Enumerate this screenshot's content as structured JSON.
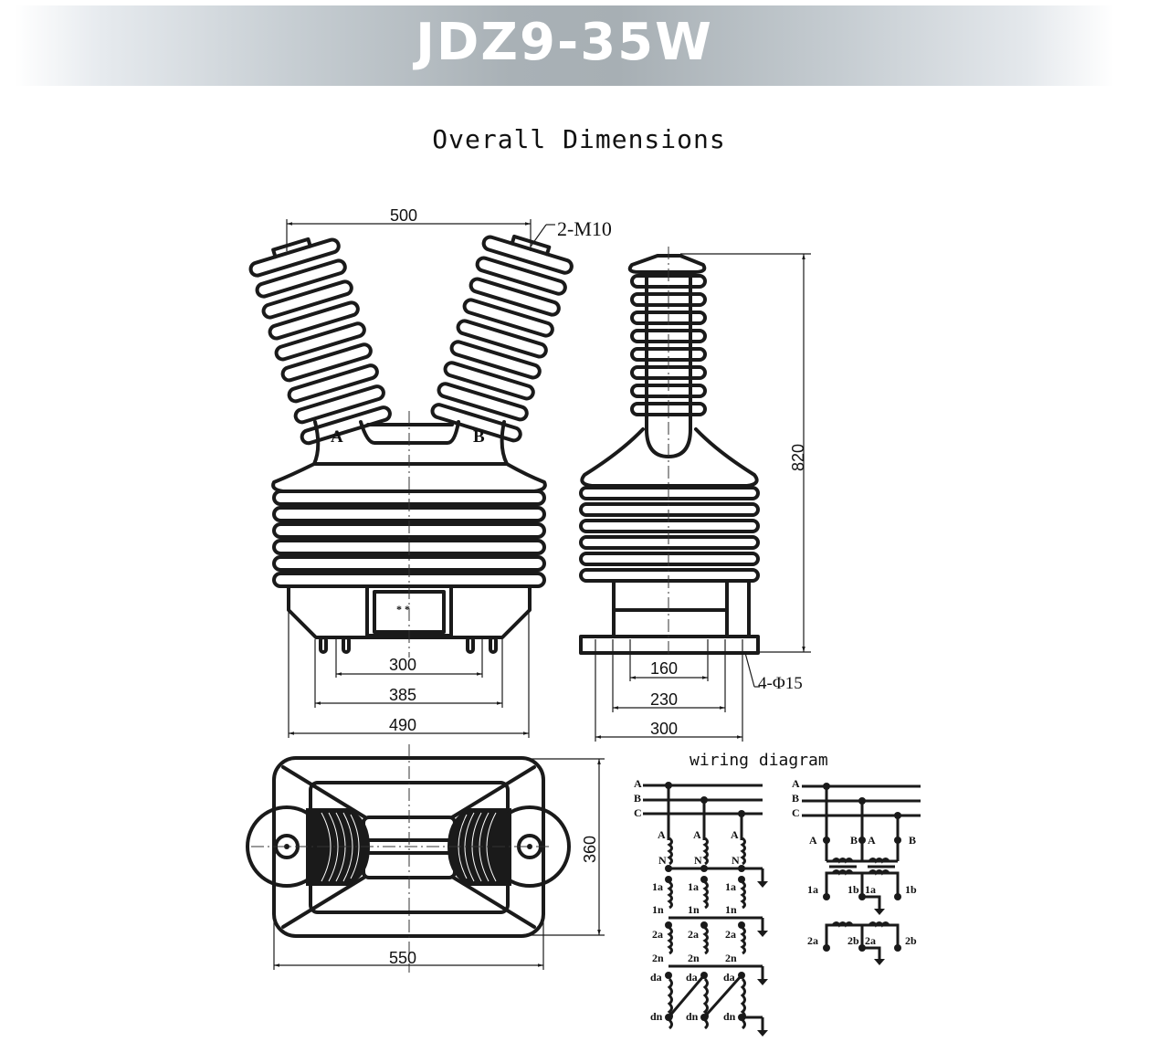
{
  "banner": {
    "title": "JDZ9-35W"
  },
  "subtitle": "Overall Dimensions",
  "front_view": {
    "dim_top": "500",
    "thread_label": "2-M10",
    "terminal_a": "A",
    "terminal_b": "B",
    "dim_300": "300",
    "dim_385": "385",
    "dim_490": "490"
  },
  "side_view": {
    "dim_height": "820",
    "dim_160": "160",
    "dim_230": "230",
    "dim_300": "300",
    "hole_label": "4-Φ15"
  },
  "top_view": {
    "dim_width": "550",
    "dim_depth": "360"
  },
  "wiring": {
    "title": "wiring diagram",
    "phases": [
      "A",
      "B",
      "C"
    ],
    "left": {
      "primary_top": "A",
      "primary_bottom": "N",
      "sec1_top": "1a",
      "sec1_bottom": "1n",
      "sec2_top": "2a",
      "sec2_bottom": "2n",
      "res_top": "da",
      "res_bottom": "dn"
    },
    "right": {
      "primary": [
        "A",
        "B",
        "A",
        "B"
      ],
      "sec1": [
        "1a",
        "1b",
        "1a",
        "1b"
      ],
      "sec2": [
        "2a",
        "2b",
        "2a",
        "2b"
      ]
    }
  }
}
